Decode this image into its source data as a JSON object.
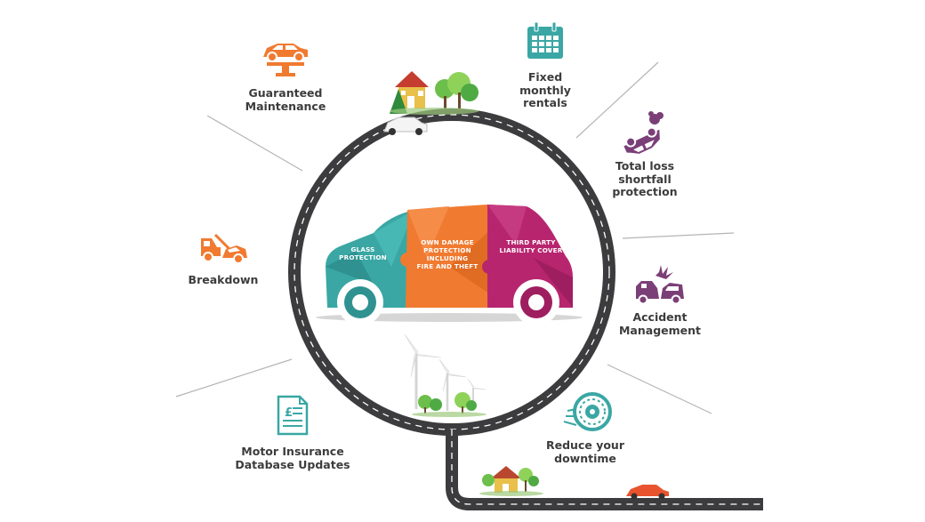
{
  "colors": {
    "road": "#3c3c3e",
    "road_line": "#ffffff",
    "orange": "#f07a30",
    "teal": "#3aa7a4",
    "purple": "#7b3f78",
    "magenta": "#b8256f",
    "text": "#3c3c3c",
    "divider": "#b5b5b5"
  },
  "car": {
    "segments": [
      {
        "id": "glass",
        "lines": [
          "GLASS",
          "PROTECTION"
        ],
        "color": "#3aa7a4"
      },
      {
        "id": "own-damage",
        "lines": [
          "OWN DAMAGE",
          "PROTECTION",
          "INCLUDING",
          "FIRE AND THEFT"
        ],
        "color": "#f07a30"
      },
      {
        "id": "third-party",
        "lines": [
          "THIRD PARTY",
          "LIABILITY COVER"
        ],
        "color": "#b8256f"
      }
    ]
  },
  "features": [
    {
      "id": "guaranteed-maintenance",
      "icon": "car-lift-icon",
      "color": "#f07a30",
      "lines": [
        "Guaranteed",
        "Maintenance"
      ]
    },
    {
      "id": "fixed-monthly-rentals",
      "icon": "calendar-icon",
      "color": "#3aa7a4",
      "lines": [
        "Fixed",
        "monthly",
        "rentals"
      ]
    },
    {
      "id": "total-loss-shortfall",
      "icon": "overturned-car-icon",
      "color": "#7b3f78",
      "lines": [
        "Total loss",
        "shortfall",
        "protection"
      ]
    },
    {
      "id": "breakdown",
      "icon": "tow-truck-icon",
      "color": "#f07a30",
      "lines": [
        "Breakdown"
      ]
    },
    {
      "id": "accident-management",
      "icon": "car-collision-icon",
      "color": "#7b3f78",
      "lines": [
        "Accident",
        "Management"
      ]
    },
    {
      "id": "motor-insurance-database",
      "icon": "document-icon",
      "color": "#3aa7a4",
      "lines": [
        "Motor Insurance",
        "Database Updates"
      ]
    },
    {
      "id": "reduce-downtime",
      "icon": "brake-disc-icon",
      "color": "#3aa7a4",
      "lines": [
        "Reduce your",
        "downtime"
      ]
    }
  ]
}
